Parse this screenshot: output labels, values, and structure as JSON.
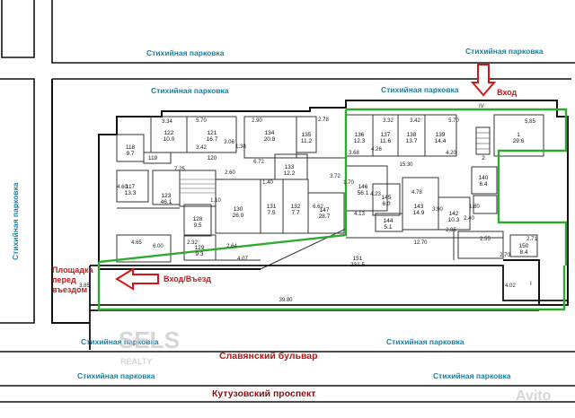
{
  "labels": {
    "parking": "Стихийная парковка",
    "entrance": "Вход",
    "entrance_roman": "IV",
    "entry_exit": "Вход/Въезд",
    "front_area_1": "Площадка",
    "front_area_2": "перед",
    "front_area_3": "въездом",
    "slavyansky": "Славянский бульвар",
    "kutuzovsky": "Кутузовский проспект",
    "roman_one": "I"
  },
  "watermark": {
    "brand": "SELS",
    "sub": "REALTY",
    "avito": "Avito"
  },
  "colors": {
    "parking_label": "#1a7fa0",
    "road_label": "#c01010",
    "outline": "#2faa2f",
    "arrow": "#d01818",
    "walls": "#111111"
  },
  "rooms": [
    {
      "num": "122",
      "area": "10.0"
    },
    {
      "num": "121",
      "area": "16.7"
    },
    {
      "num": "134",
      "area": "20.8"
    },
    {
      "num": "135",
      "area": "11.2"
    },
    {
      "num": "136",
      "area": "12.3"
    },
    {
      "num": "137",
      "area": "11.6"
    },
    {
      "num": "138",
      "area": "13.7"
    },
    {
      "num": "139",
      "area": "14.4"
    },
    {
      "num": "1",
      "area": "29.6"
    },
    {
      "num": "118",
      "area": "9.7"
    },
    {
      "num": "119",
      "area": ""
    },
    {
      "num": "120",
      "area": ""
    },
    {
      "num": "117",
      "area": "13.3"
    },
    {
      "num": "123",
      "area": "46.1"
    },
    {
      "num": "128",
      "area": "9.5"
    },
    {
      "num": "130",
      "area": "26.0"
    },
    {
      "num": "131",
      "area": "7.5"
    },
    {
      "num": "132",
      "area": "7.7"
    },
    {
      "num": "133",
      "area": "12.2"
    },
    {
      "num": "147",
      "area": "28.7"
    },
    {
      "num": "146",
      "area": "56.1"
    },
    {
      "num": "145",
      "area": "6.0"
    },
    {
      "num": "144",
      "area": "5.1"
    },
    {
      "num": "143",
      "area": "14.9"
    },
    {
      "num": "142",
      "area": "10.3"
    },
    {
      "num": "140",
      "area": "6.4"
    },
    {
      "num": "129",
      "area": "9.3"
    },
    {
      "num": "151",
      "area": "231.5"
    },
    {
      "num": "150",
      "area": "8.4"
    },
    {
      "num": "2",
      "area": ""
    }
  ],
  "dimensions": [
    "3.34",
    "5.70",
    "2.90",
    "2.78",
    "3.32",
    "3.42",
    "5.70",
    "5.85",
    "3.42",
    "3.06",
    "6.72",
    "15.30",
    "7.25",
    "2.60",
    "1.40",
    "3.72",
    "1.70",
    "4.60",
    "4.78",
    "2.32",
    "2.64",
    "4.07",
    "4.65",
    "6.00",
    "4.13",
    "6.62",
    "4.23",
    "12.70",
    "2.85",
    "2.55",
    "2.70",
    "2.71",
    "3.68",
    "4.26",
    "4.20",
    "3.90",
    "1.80",
    "2.40",
    "3.85",
    "39.80",
    "4.02",
    "1.10",
    "1.38"
  ]
}
